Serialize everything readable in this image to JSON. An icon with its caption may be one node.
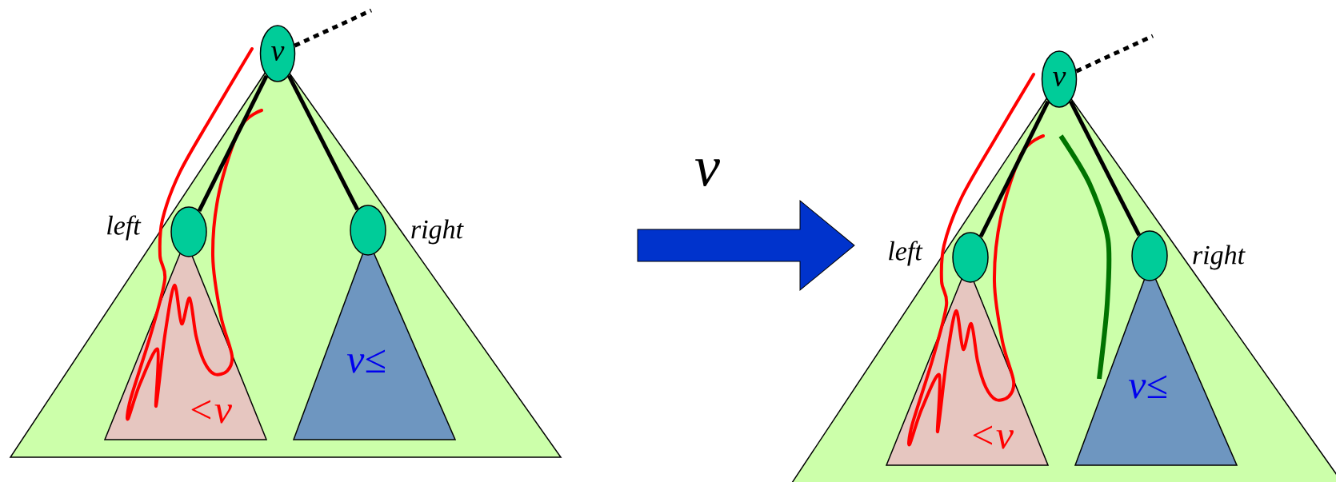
{
  "diagram": {
    "nodes": [
      {
        "text": [],
        "shape": "triangle"
      },
      {
        "text": [
          "v"
        ]
      },
      {
        "text": [],
        "shape": "circle",
        "in": 0
      },
      {
        "text": [],
        "shape": "circle",
        "in": 0
      },
      {
        "text": [
          "<v"
        ],
        "in": 0
      },
      {
        "text": [
          "v≤"
        ],
        "in": 0
      },
      {
        "text": [],
        "shape": "triangle"
      },
      {
        "text": [
          "v"
        ]
      },
      {
        "text": [],
        "shape": "circle",
        "in": 6
      },
      {
        "text": [],
        "shape": "circle",
        "in": 6
      },
      {
        "text": [
          "<v"
        ],
        "in": 6
      },
      {
        "text": [
          "v≤"
        ],
        "in": 6
      }
    ],
    "edges": [
      {
        "from": 1,
        "to": 2,
        "arrow": "none"
      },
      {
        "from": 1,
        "to": 3,
        "arrow": "none"
      },
      {
        "from": 1,
        "to": null,
        "arrow": "none",
        "style": "dashed"
      },
      {
        "from": 7,
        "to": 8,
        "arrow": "none"
      },
      {
        "from": 7,
        "to": 9,
        "arrow": "none"
      },
      {
        "from": 7,
        "to": null,
        "arrow": "none",
        "style": "dashed"
      }
    ],
    "labels": [
      "left",
      "right",
      "v",
      "left",
      "right"
    ]
  }
}
